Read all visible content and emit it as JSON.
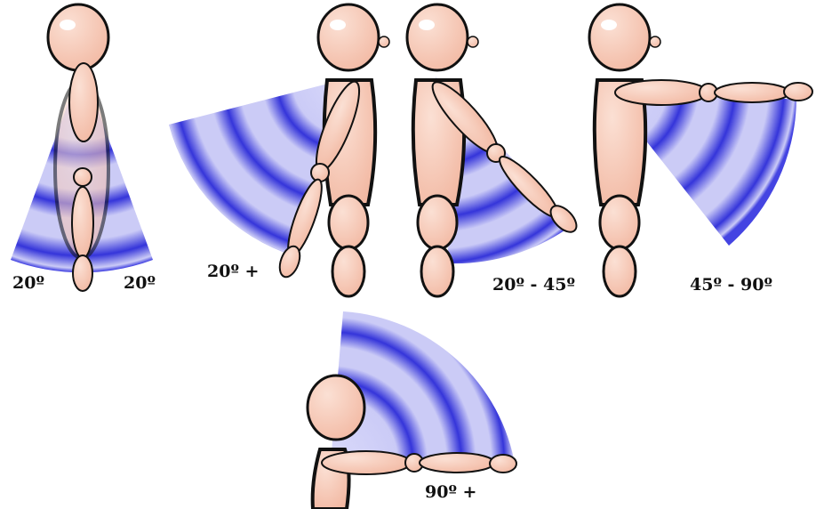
{
  "panels": [
    {
      "id": "neutral",
      "labels": [
        "20º",
        "20º"
      ]
    },
    {
      "id": "extension",
      "labels": [
        "20º +"
      ]
    },
    {
      "id": "mild-flexion",
      "labels": [
        "20º - 45º"
      ]
    },
    {
      "id": "moderate-flexion",
      "labels": [
        "45º - 90º"
      ]
    },
    {
      "id": "overhead",
      "labels": [
        "90º +"
      ]
    }
  ],
  "colors": {
    "skin": "#f6c4b0",
    "skin_highlight": "#ffffff",
    "outline": "#111111",
    "zone_light": "#c8c8f6",
    "zone_dark": "#1f1fd8"
  }
}
